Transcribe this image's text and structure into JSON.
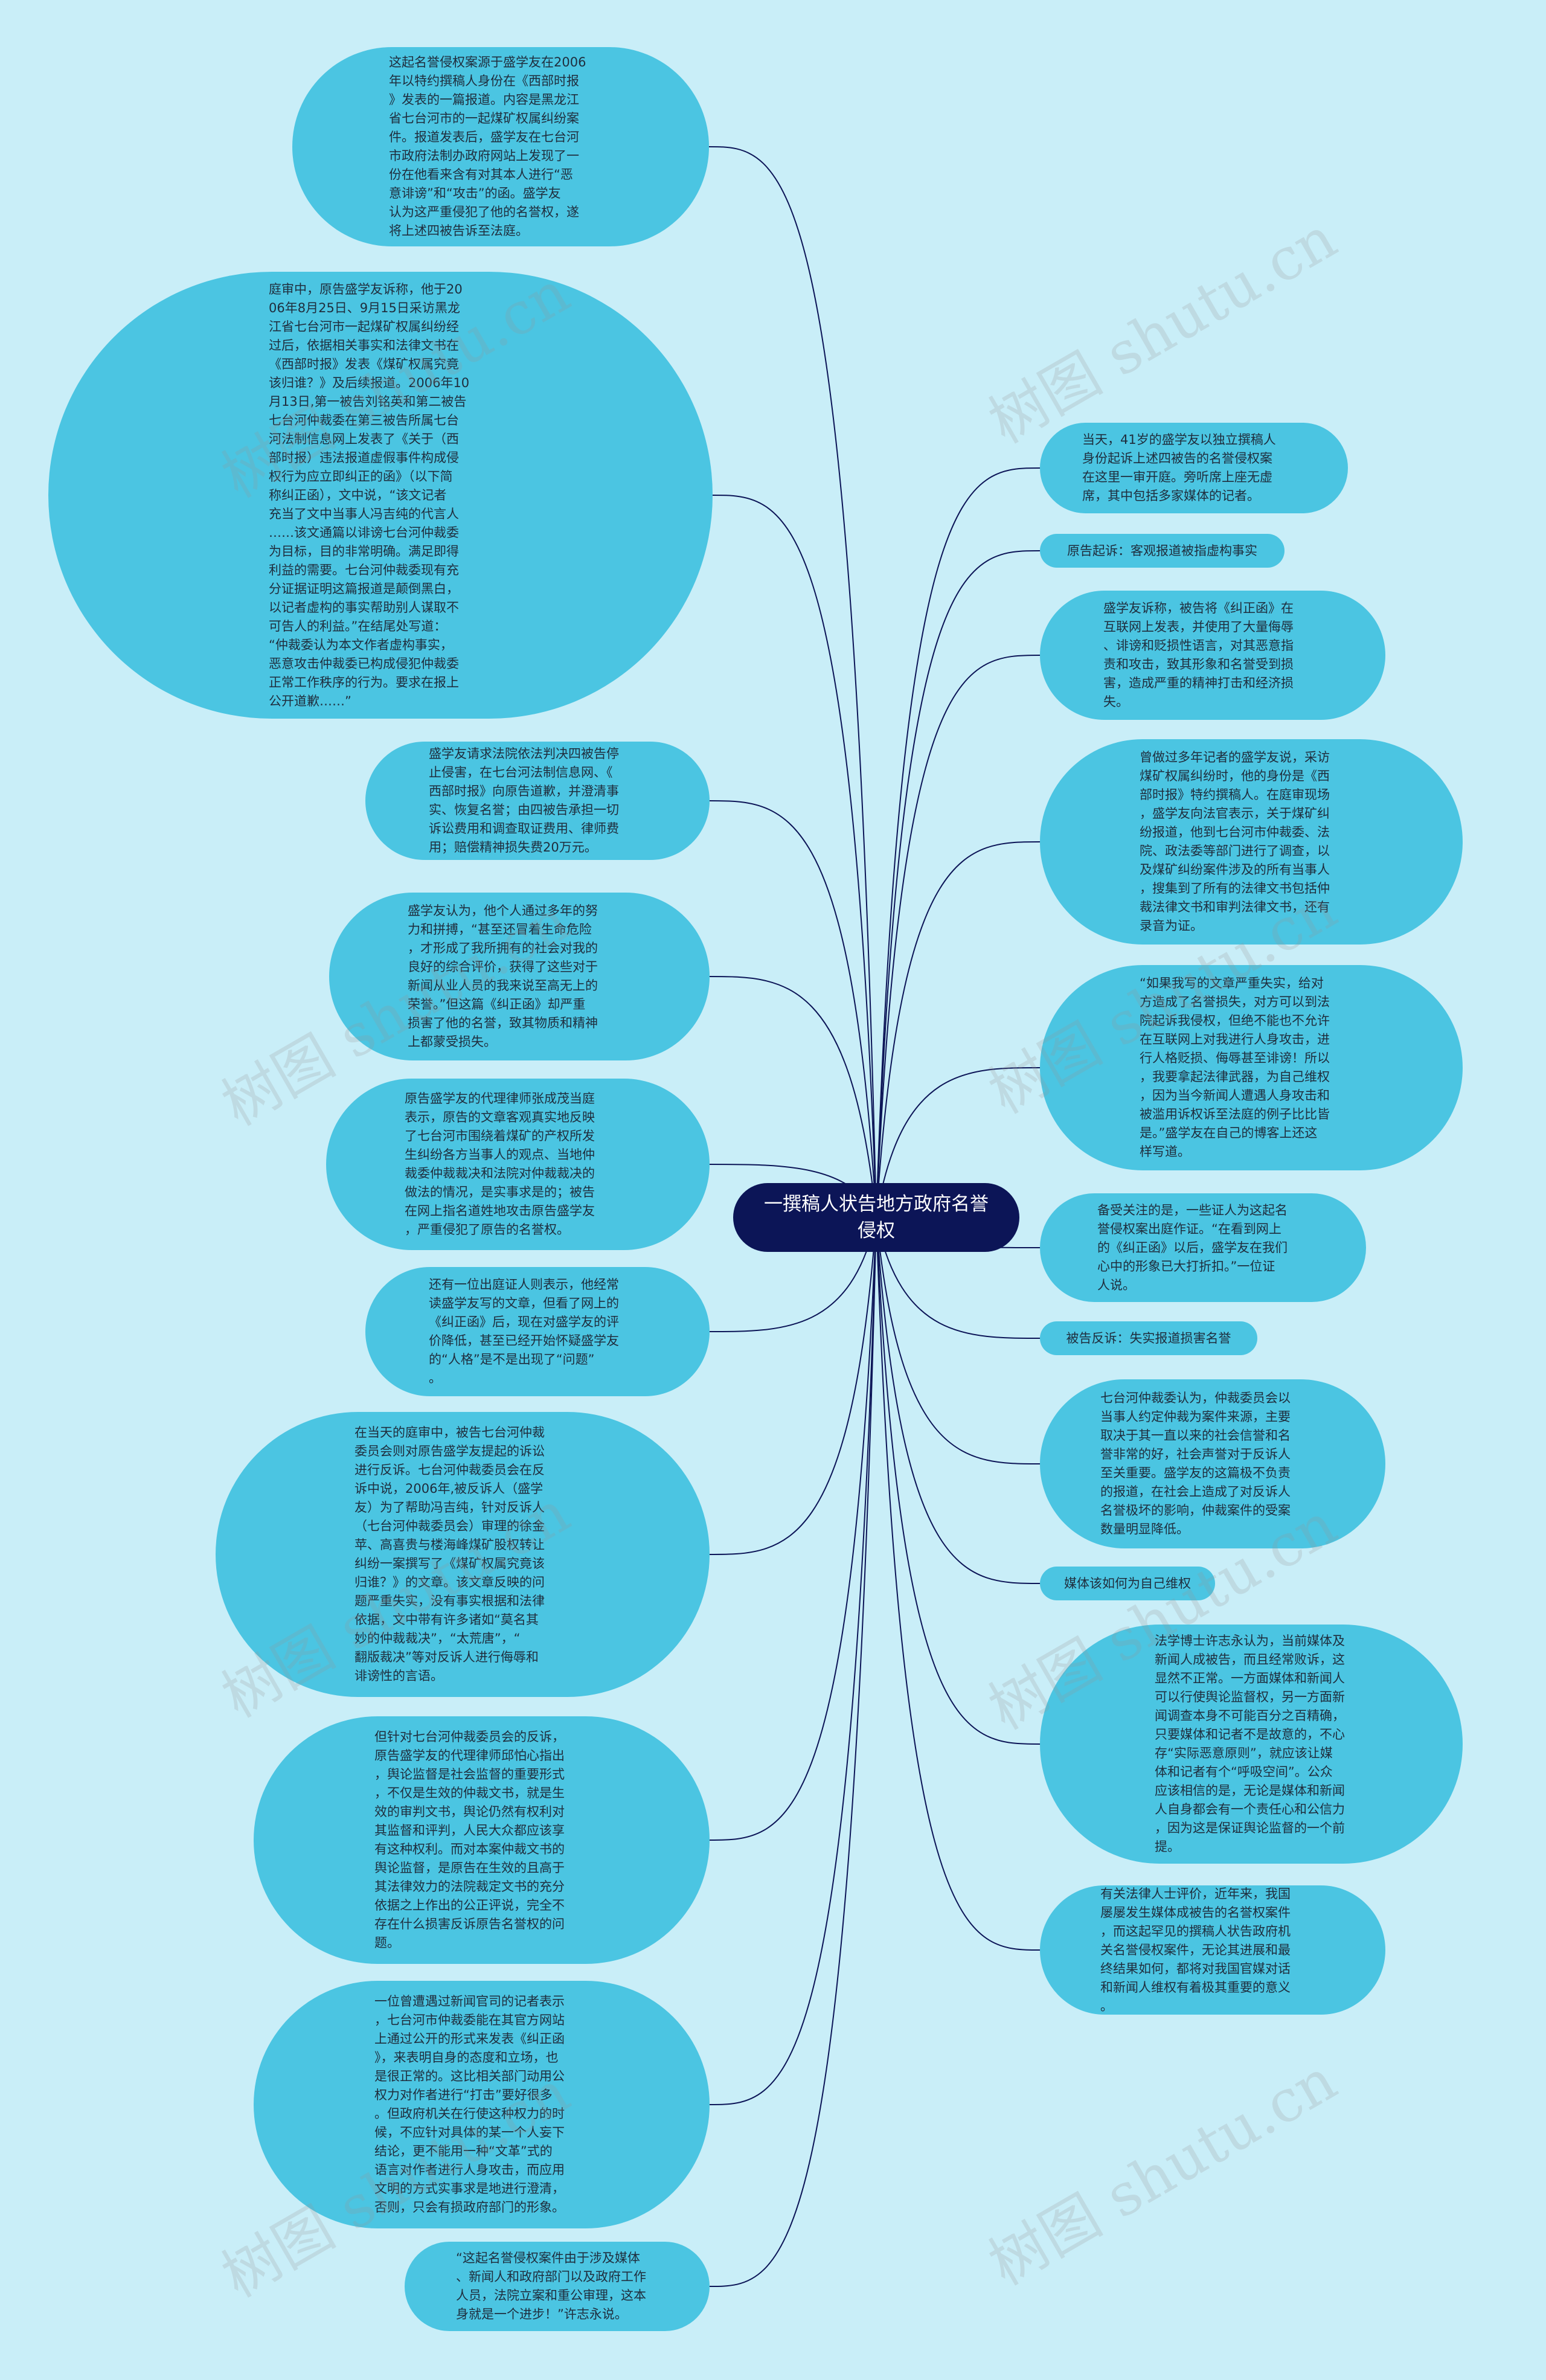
{
  "center": {
    "title": "一撰稿人状告地方政府名誉侵权"
  },
  "watermark": "树图 shutu.cn",
  "colors": {
    "background": "#c9eef8",
    "node": "#4bc5e2",
    "center": "#0c1557",
    "edge": "#0c1557"
  },
  "left_nodes": [
    {
      "id": "L1",
      "text": "这起名誉侵权案源于盛学友在2006\n年以特约撰稿人身份在《西部时报\n》发表的一篇报道。内容是黑龙江\n省七台河市的一起煤矿权属纠纷案\n件。报道发表后，盛学友在七台河\n市政府法制办政府网站上发现了一\n份在他看来含有对其本人进行“恶\n意诽谤”和“攻击”的函。盛学友\n认为这严重侵犯了他的名誉权，遂\n将上述四被告诉至法庭。"
    },
    {
      "id": "L2",
      "text": "庭审中，原告盛学友诉称，他于20\n06年8月25日、9月15日采访黑龙\n江省七台河市一起煤矿权属纠纷经\n过后，依据相关事实和法律文书在\n《西部时报》发表《煤矿权属究竟\n该归谁？》及后续报道。2006年10\n月13日,第一被告刘铭英和第二被告\n七台河仲裁委在第三被告所属七台\n河法制信息网上发表了《关于（西\n部时报）违法报道虚假事件构成侵\n权行为应立即纠正的函》（以下简\n称纠正函），文中说，“该文记者\n充当了文中当事人冯吉纯的代言人\n……该文通篇以诽谤七台河仲裁委\n为目标，目的非常明确。满足即得\n利益的需要。七台河仲裁委现有充\n分证据证明这篇报道是颠倒黑白，\n以记者虚构的事实帮助别人谋取不\n可告人的利益。”在结尾处写道：\n“仲裁委认为本文作者虚构事实，\n恶意攻击仲裁委已构成侵犯仲裁委\n正常工作秩序的行为。要求在报上\n公开道歉……”"
    },
    {
      "id": "L3",
      "text": "盛学友请求法院依法判决四被告停\n止侵害，在七台河法制信息网、《\n西部时报》向原告道歉，并澄清事\n实、恢复名誉；由四被告承担一切\n诉讼费用和调查取证费用、律师费\n用；赔偿精神损失费20万元。"
    },
    {
      "id": "L4",
      "text": "盛学友认为，他个人通过多年的努\n力和拼搏，“甚至还冒着生命危险\n，才形成了我所拥有的社会对我的\n良好的综合评价，获得了这些对于\n新闻从业人员的我来说至高无上的\n荣誉。”但这篇《纠正函》却严重\n损害了他的名誉，致其物质和精神\n上都蒙受损失。"
    },
    {
      "id": "L5",
      "text": "原告盛学友的代理律师张成茂当庭\n表示，原告的文章客观真实地反映\n了七台河市围绕着煤矿的产权所发\n生纠纷各方当事人的观点、当地仲\n裁委仲裁裁决和法院对仲裁裁决的\n做法的情况，是实事求是的；被告\n在网上指名道姓地攻击原告盛学友\n，严重侵犯了原告的名誉权。"
    },
    {
      "id": "L6",
      "text": "还有一位出庭证人则表示，他经常\n读盛学友写的文章，但看了网上的\n《纠正函》后，现在对盛学友的评\n价降低，甚至已经开始怀疑盛学友\n的“人格”是不是出现了“问题”\n。"
    },
    {
      "id": "L7",
      "text": "在当天的庭审中，被告七台河仲裁\n委员会则对原告盛学友提起的诉讼\n进行反诉。七台河仲裁委员会在反\n诉中说，2006年,被反诉人（盛学\n友）为了帮助冯吉纯，针对反诉人\n（七台河仲裁委员会）审理的徐金\n苹、高喜贵与楼海峰煤矿股权转让\n纠纷一案撰写了《煤矿权属究竟该\n归谁？》的文章。该文章反映的问\n题严重失实，没有事实根据和法律\n依据，文中带有许多诸如“莫名其\n妙的仲裁裁决”，“太荒唐”，“\n翻版裁决”等对反诉人进行侮辱和\n诽谤性的言语。"
    },
    {
      "id": "L8",
      "text": "但针对七台河仲裁委员会的反诉，\n原告盛学友的代理律师邱怕心指出\n，舆论监督是社会监督的重要形式\n，不仅是生效的仲裁文书，就是生\n效的审判文书，舆论仍然有权利对\n其监督和评判，人民大众都应该享\n有这种权利。而对本案仲裁文书的\n舆论监督，是原告在生效的且高于\n其法律效力的法院裁定文书的充分\n依据之上作出的公正评说，完全不\n存在什么损害反诉原告名誉权的问\n题。"
    },
    {
      "id": "L9",
      "text": "一位曾遭遇过新闻官司的记者表示\n，七台河市仲裁委能在其官方网站\n上通过公开的形式来发表《纠正函\n》，来表明自身的态度和立场，也\n是很正常的。这比相关部门动用公\n权力对作者进行“打击”要好很多\n。但政府机关在行使这种权力的时\n候，不应针对具体的某一个人妄下\n结论，更不能用一种“文革”式的\n语言对作者进行人身攻击，而应用\n文明的方式实事求是地进行澄清，\n否则，只会有损政府部门的形象。"
    },
    {
      "id": "L10",
      "text": "“这起名誉侵权案件由于涉及媒体\n、新闻人和政府部门以及政府工作\n人员，法院立案和重公审理，这本\n身就是一个进步！”许志永说。"
    }
  ],
  "right_nodes": [
    {
      "id": "R1",
      "text": "当天，41岁的盛学友以独立撰稿人\n身份起诉上述四被告的名誉侵权案\n在这里一审开庭。旁听席上座无虚\n席，其中包括多家媒体的记者。"
    },
    {
      "id": "R2",
      "text": "原告起诉：客观报道被指虚构事实"
    },
    {
      "id": "R3",
      "text": "盛学友诉称，被告将《纠正函》在\n互联网上发表，并使用了大量侮辱\n、诽谤和贬损性语言，对其恶意指\n责和攻击，致其形象和名誉受到损\n害，造成严重的精神打击和经济损\n失。"
    },
    {
      "id": "R4",
      "text": "曾做过多年记者的盛学友说，采访\n煤矿权属纠纷时，他的身份是《西\n部时报》特约撰稿人。在庭审现场\n，盛学友向法官表示，关于煤矿纠\n纷报道，他到七台河市仲裁委、法\n院、政法委等部门进行了调查，以\n及煤矿纠纷案件涉及的所有当事人\n，搜集到了所有的法律文书包括仲\n裁法律文书和审判法律文书，还有\n录音为证。"
    },
    {
      "id": "R5",
      "text": "“如果我写的文章严重失实，给对\n方造成了名誉损失，对方可以到法\n院起诉我侵权，但绝不能也不允许\n在互联网上对我进行人身攻击，进\n行人格贬损、侮辱甚至诽谤！所以\n，我要拿起法律武器，为自己维权\n，因为当今新闻人遭遇人身攻击和\n被滥用诉权诉至法庭的例子比比皆\n是。”盛学友在自己的博客上还这\n样写道。"
    },
    {
      "id": "R6",
      "text": "备受关注的是，一些证人为这起名\n誉侵权案出庭作证。“在看到网上\n的《纠正函》以后，盛学友在我们\n心中的形象已大打折扣。”一位证\n人说。"
    },
    {
      "id": "R7",
      "text": "被告反诉：失实报道损害名誉"
    },
    {
      "id": "R8",
      "text": "七台河仲裁委认为，仲裁委员会以\n当事人约定仲裁为案件来源，主要\n取决于其一直以来的社会信誉和名\n誉非常的好，社会声誉对于反诉人\n至关重要。盛学友的这篇极不负责\n的报道，在社会上造成了对反诉人\n名誉极坏的影响，仲裁案件的受案\n数量明显降低。"
    },
    {
      "id": "R9",
      "text": "媒体该如何为自己维权"
    },
    {
      "id": "R10",
      "text": "法学博士许志永认为，当前媒体及\n新闻人成被告，而且经常败诉，这\n显然不正常。一方面媒体和新闻人\n可以行使舆论监督权，另一方面新\n闻调查本身不可能百分之百精确，\n只要媒体和记者不是故意的，不心\n存“实际恶意原则”，就应该让媒\n体和记者有个“呼吸空间”。公众\n应该相信的是，无论是媒体和新闻\n人自身都会有一个责任心和公信力\n，因为这是保证舆论监督的一个前\n提。"
    },
    {
      "id": "R11",
      "text": "有关法律人士评价，近年来，我国\n屡屡发生媒体成被告的名誉权案件\n，而这起罕见的撰稿人状告政府机\n关名誉侵权案件，无论其进展和最\n终结果如何，都将对我国官媒对话\n和新闻人维权有着极其重要的意义\n。"
    }
  ]
}
